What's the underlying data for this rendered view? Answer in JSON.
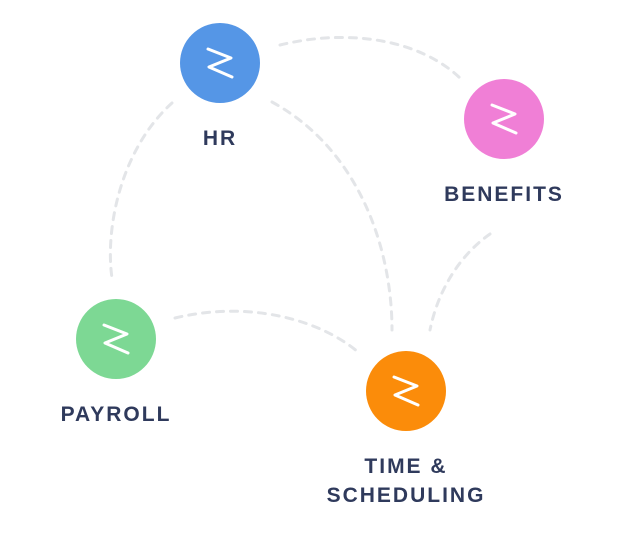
{
  "nodes": {
    "hr": {
      "label": "HR",
      "color": "#5596e6",
      "icon": "zigzag-logo-icon"
    },
    "benefits": {
      "label": "BENEFITS",
      "color": "#f07fd6",
      "icon": "zigzag-logo-icon"
    },
    "payroll": {
      "label": "PAYROLL",
      "color": "#7dd894",
      "icon": "zigzag-logo-icon"
    },
    "time_scheduling": {
      "label_line1": "TIME &",
      "label_line2": "SCHEDULING",
      "color": "#fb8c0a",
      "icon": "zigzag-logo-icon"
    }
  },
  "connectors": {
    "color": "#e3e5e8",
    "style": "dashed"
  }
}
